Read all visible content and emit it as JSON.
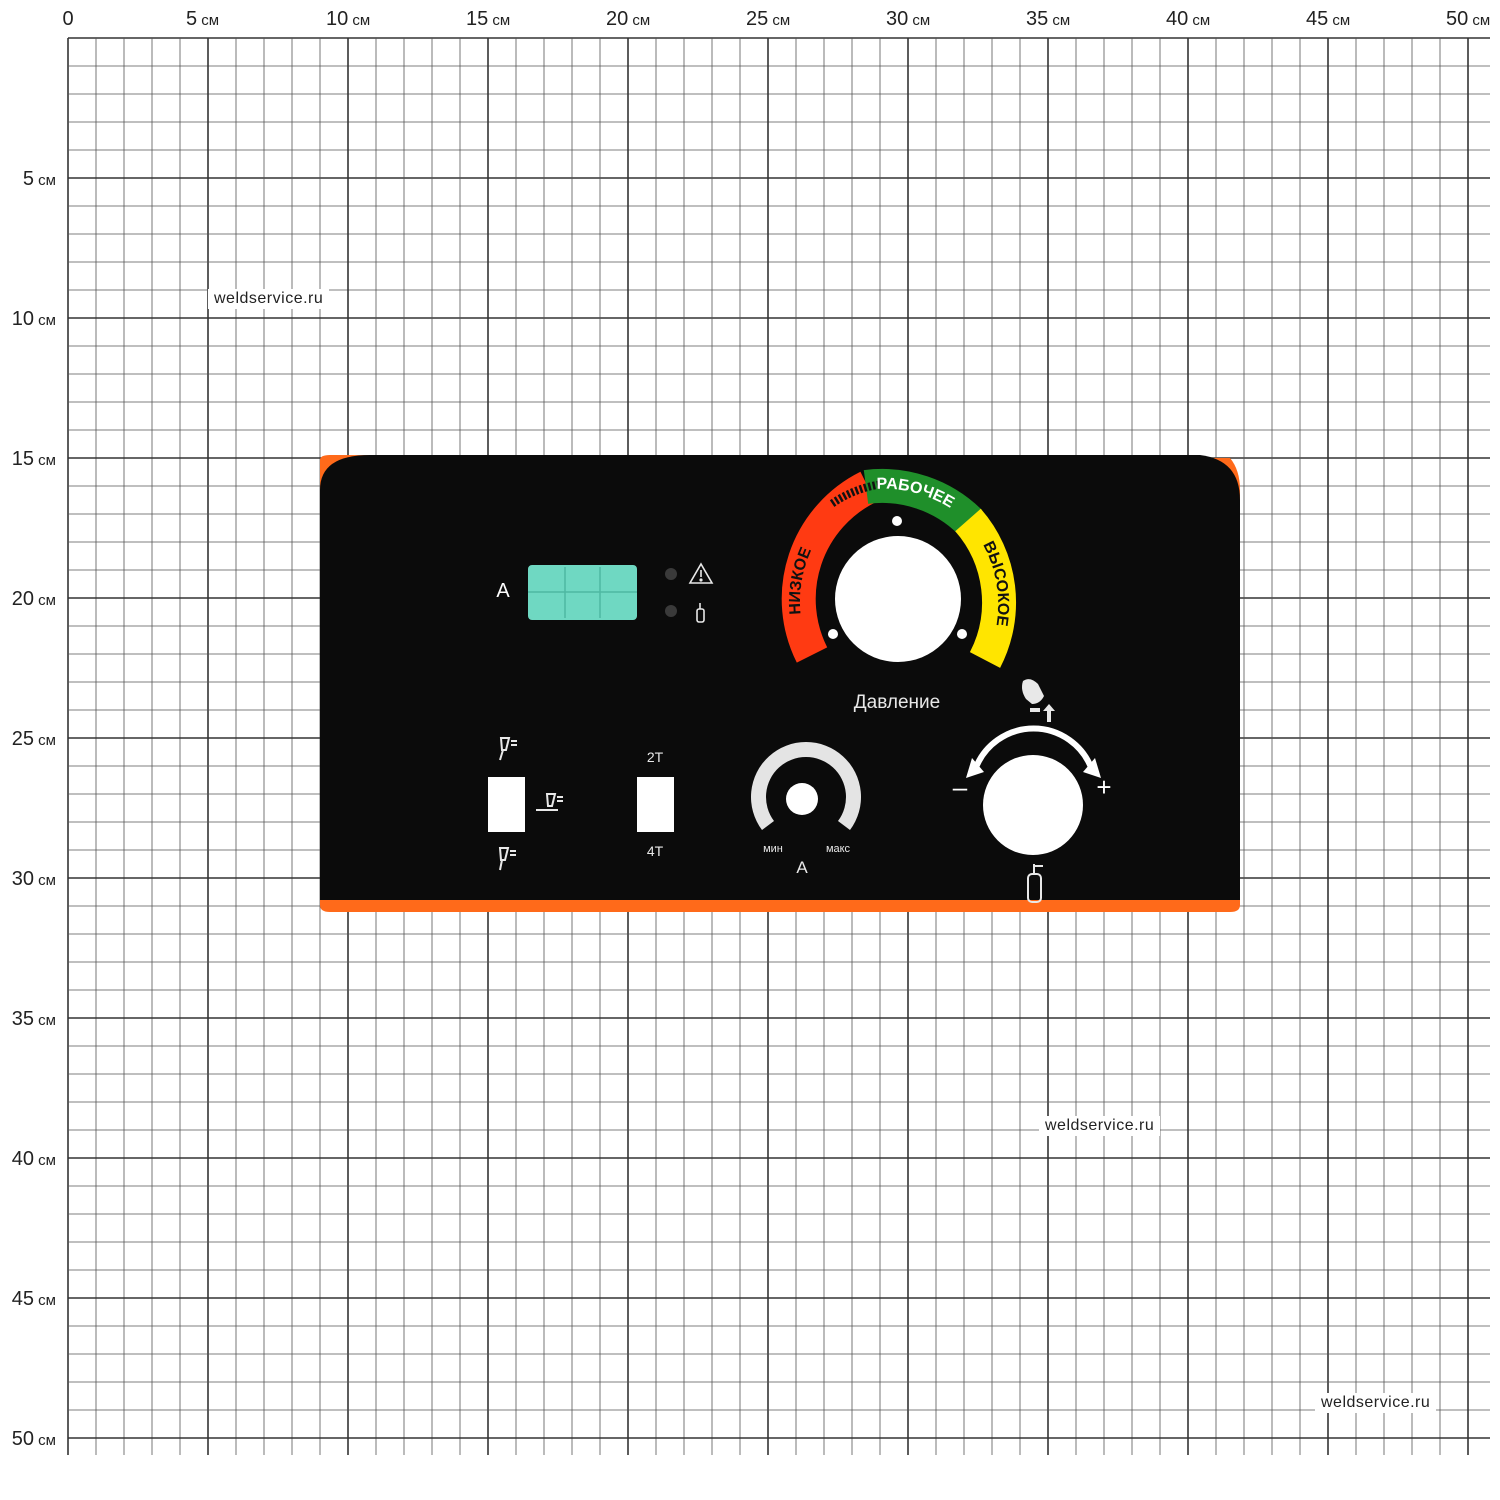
{
  "ruler": {
    "unit": "см",
    "x_labels": [
      "0",
      "5",
      "10",
      "15",
      "20",
      "25",
      "30",
      "35",
      "40",
      "45",
      "50"
    ],
    "y_labels": [
      "5",
      "10",
      "15",
      "20",
      "25",
      "30",
      "35",
      "40",
      "45",
      "50"
    ]
  },
  "watermarks": [
    "weldservice.ru",
    "weldservice.ru",
    "weldservice.ru"
  ],
  "panel": {
    "display_label": "A",
    "gauge": {
      "low": "НИЗКОЕ",
      "working": "РАБОЧЕЕ",
      "high": "ВЫСОКОЕ",
      "caption": "Давление"
    },
    "mode_switch": {
      "top": "2T",
      "bottom": "4T"
    },
    "current_knob": {
      "min": "мин",
      "max": "макс",
      "unit": "A"
    },
    "wire_knob": {
      "minus": "–",
      "plus": "+"
    },
    "colors": {
      "panel": "#0b0b0b",
      "edge": "#ff6a1a",
      "lcd": "#6fd8c2",
      "low": "#ff3a12",
      "working": "#1f8f2a",
      "high": "#ffe500"
    },
    "icons": [
      "warning-icon",
      "gas-bottle-icon",
      "torch-icon",
      "hand-icon",
      "arrow-up-icon",
      "gas-cylinder-icon"
    ]
  }
}
